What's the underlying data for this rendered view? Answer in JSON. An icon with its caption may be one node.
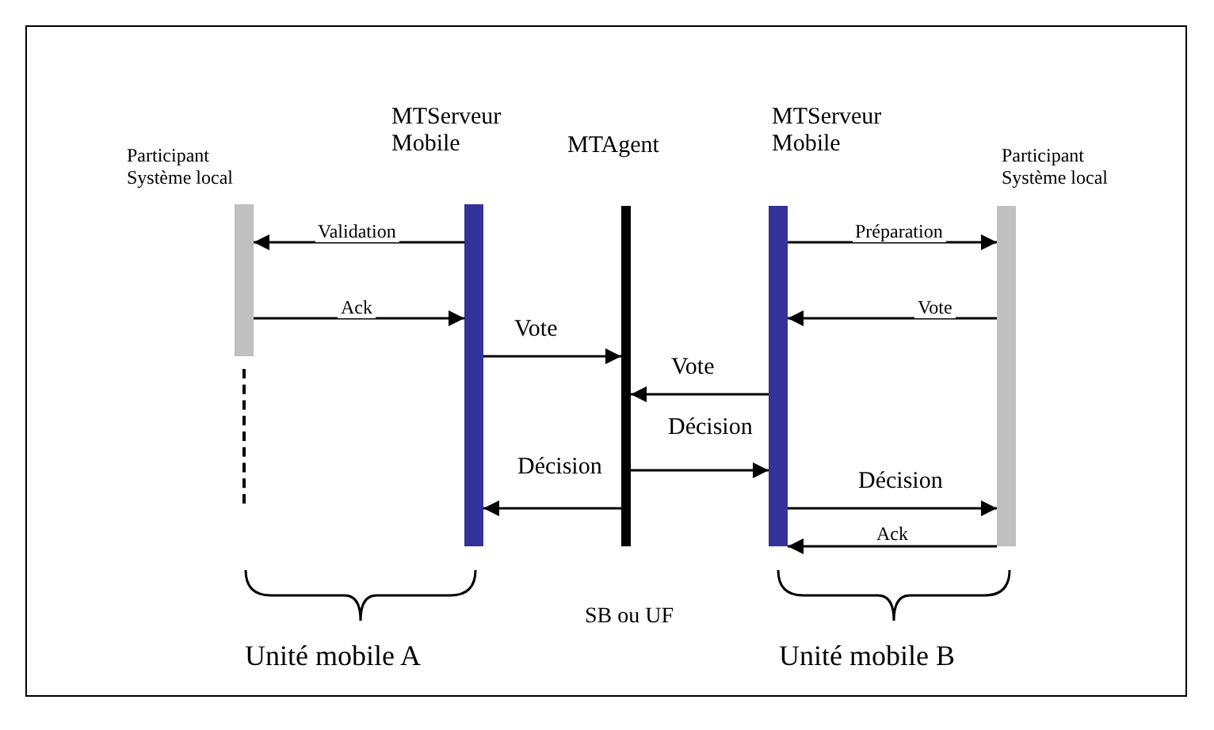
{
  "diagram": {
    "nodes": [
      {
        "text": [
          "Participant Système local"
        ]
      },
      {
        "text": [
          "MTServeur Mobile"
        ]
      },
      {
        "text": [
          "MTAgent"
        ]
      },
      {
        "text": [
          "MTServeur Mobile"
        ]
      },
      {
        "text": [
          "Participant Système local"
        ]
      }
    ],
    "edges": [
      {
        "from": 1,
        "to": 0,
        "arrow": "to",
        "label": "Validation"
      },
      {
        "from": 0,
        "to": 1,
        "arrow": "to",
        "label": "Ack"
      },
      {
        "from": 1,
        "to": 2,
        "arrow": "to",
        "label": "Vote"
      },
      {
        "from": 3,
        "to": 4,
        "arrow": "to",
        "label": "Préparation"
      },
      {
        "from": 4,
        "to": 3,
        "arrow": "to",
        "label": "Vote"
      },
      {
        "from": 3,
        "to": 2,
        "arrow": "to",
        "label": "Vote"
      },
      {
        "from": 2,
        "to": 3,
        "arrow": "to",
        "label": "Décision"
      },
      {
        "from": 2,
        "to": 1,
        "arrow": "to",
        "label": "Décision"
      },
      {
        "from": 3,
        "to": 4,
        "arrow": "to",
        "label": "Décision"
      },
      {
        "from": 4,
        "to": 3,
        "arrow": "to",
        "label": "Ack"
      }
    ],
    "labels": [
      "SB ou UF",
      "Unité mobile A",
      "Unité mobile B"
    ]
  }
}
